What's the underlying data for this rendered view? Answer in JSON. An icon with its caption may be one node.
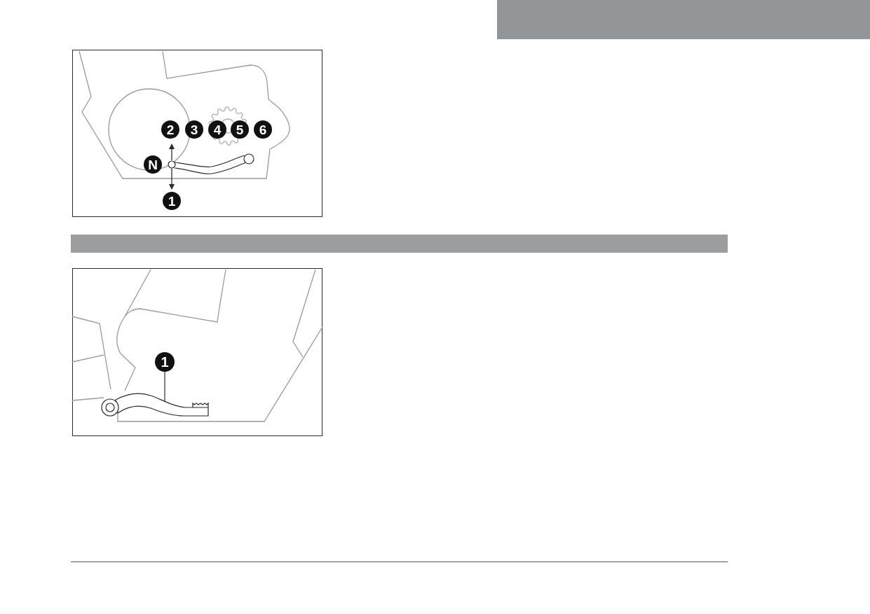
{
  "diagram": {
    "nodes": [
      {
        "text": [],
        "shape": "bar"
      },
      {
        "text": [
          "2"
        ]
      },
      {
        "text": [
          "3"
        ]
      },
      {
        "text": [
          "4"
        ]
      },
      {
        "text": [
          "5"
        ]
      },
      {
        "text": [
          "6"
        ]
      },
      {
        "text": [
          "N"
        ]
      },
      {
        "text": [
          "1"
        ]
      },
      {
        "text": [],
        "shape": "bar"
      },
      {
        "text": [
          "1"
        ]
      },
      {
        "text": [],
        "shape": "picture"
      }
    ],
    "edges": [
      {
        "from": 9,
        "to": 10,
        "arrow": "none"
      }
    ]
  }
}
